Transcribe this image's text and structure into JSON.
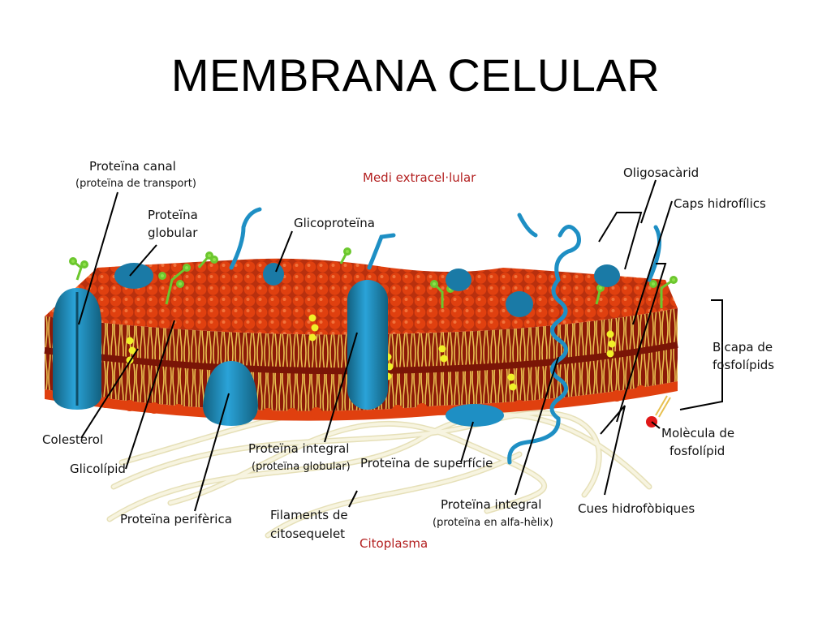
{
  "slide": {
    "title": "MEMBRANA CELULAR"
  },
  "colors": {
    "membrane_dark": "#8c1a08",
    "membrane_mid": "#c8320f",
    "phospholipid_head": "#e0400f",
    "tail": "#e8c050",
    "protein": "#1e8fc4",
    "protein_dark": "#12607f",
    "glyco": "#7fd63a",
    "cholesterol": "#f0f028",
    "filament": "#f2eed2",
    "red_text": "#b32020"
  },
  "labels": {
    "proteina_canal": "Proteïna canal",
    "proteina_canal_sub": "(proteïna de transport)",
    "medi_extracel": "Medi extracel·lular",
    "oligosacarid": "Oligosacàrid",
    "proteina_globular_1": "Proteïna",
    "proteina_globular_2": "globular",
    "glicoproteina": "Glicoproteïna",
    "caps_hidrofilics": "Caps hidrofílics",
    "bicapa_1": "Bicapa de",
    "bicapa_2": "fosfolípids",
    "colesterol": "Colesterol",
    "glicolipid": "Glicolípid",
    "proteina_integral_1": "Proteïna integral",
    "proteina_integral_1_sub": "(proteïna globular)",
    "proteina_superficie": "Proteïna de superfície",
    "molecula_1": "Molècula de",
    "molecula_2": "fosfolípid",
    "proteina_periferica": "Proteïna perifèrica",
    "filaments_1": "Filaments de",
    "filaments_2": "citosequelet",
    "citoplasma": "Citoplasma",
    "proteina_integral_2": "Proteïna integral",
    "proteina_integral_2_sub": "(proteïna en alfa-hèlix)",
    "cues": "Cues hidrofòbiques"
  }
}
